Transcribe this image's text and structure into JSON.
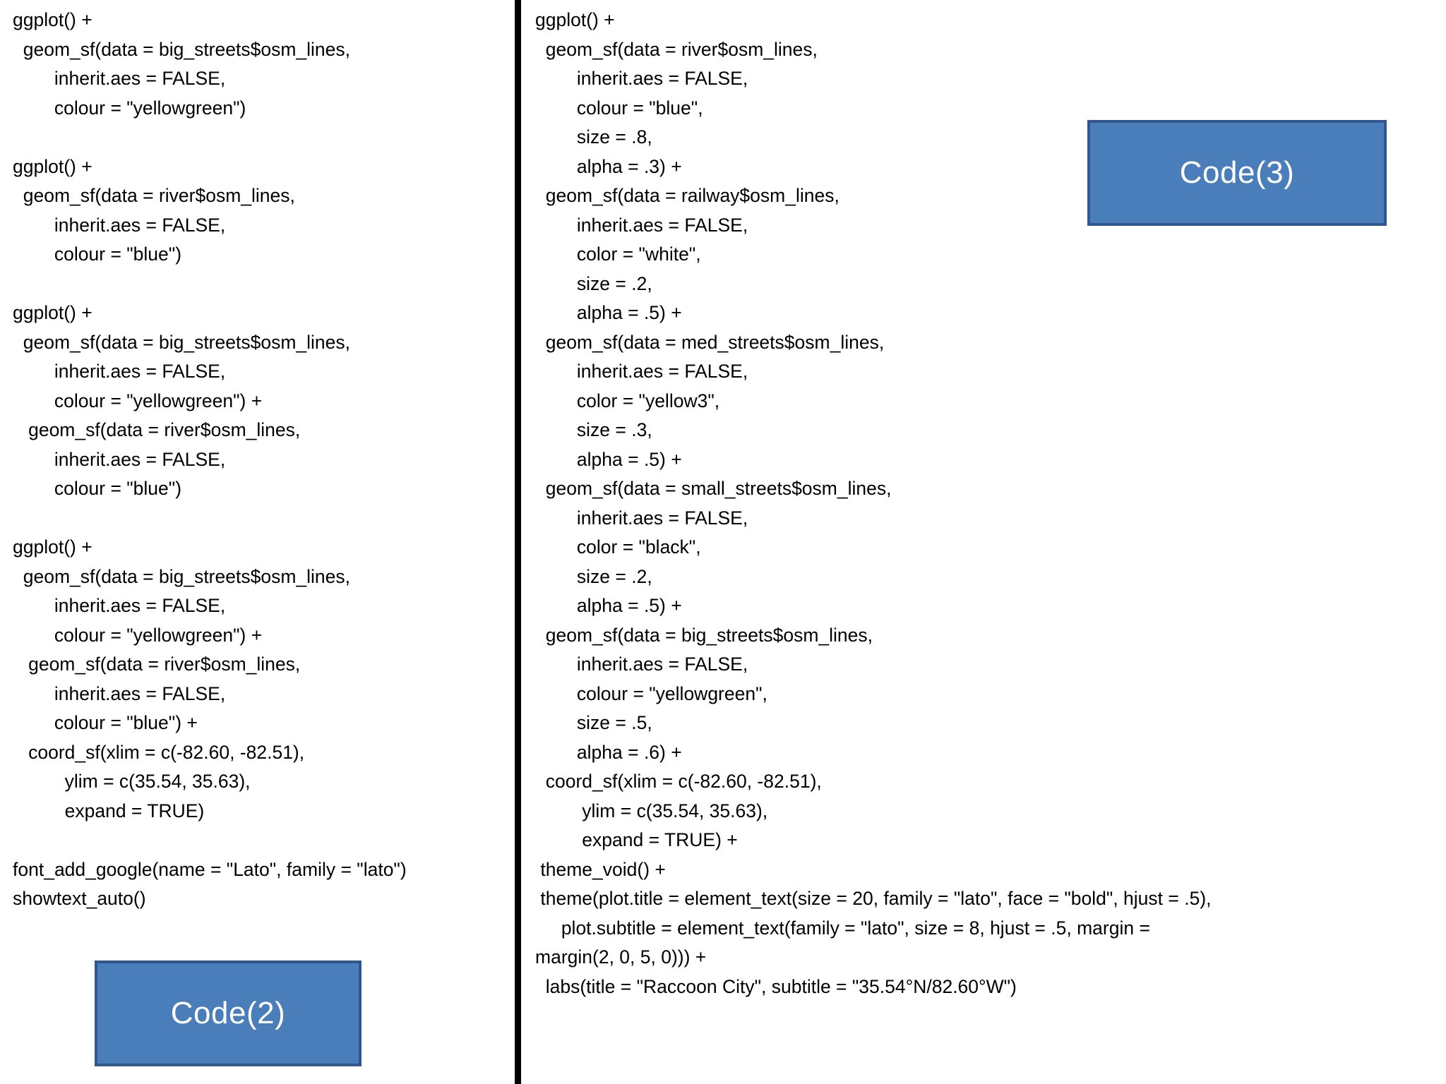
{
  "slide": {
    "background_color": "#ffffff",
    "divider_color": "#000000"
  },
  "left_column": {
    "name": "left-code-block",
    "lines": [
      "ggplot() +",
      "  geom_sf(data = big_streets$osm_lines,",
      "        inherit.aes = FALSE,",
      "        colour = \"yellowgreen\")",
      "",
      "ggplot() +",
      "  geom_sf(data = river$osm_lines,",
      "        inherit.aes = FALSE,",
      "        colour = \"blue\")",
      "",
      "ggplot() +",
      "  geom_sf(data = big_streets$osm_lines,",
      "        inherit.aes = FALSE,",
      "        colour = \"yellowgreen\") +",
      "   geom_sf(data = river$osm_lines,",
      "        inherit.aes = FALSE,",
      "        colour = \"blue\")",
      "",
      "ggplot() +",
      "  geom_sf(data = big_streets$osm_lines,",
      "        inherit.aes = FALSE,",
      "        colour = \"yellowgreen\") +",
      "   geom_sf(data = river$osm_lines,",
      "        inherit.aes = FALSE,",
      "        colour = \"blue\") +",
      "   coord_sf(xlim = c(-82.60, -82.51),",
      "          ylim = c(35.54, 35.63),",
      "          expand = TRUE)",
      "",
      "font_add_google(name = \"Lato\", family = \"lato\")",
      "showtext_auto()"
    ]
  },
  "right_column": {
    "name": "right-code-block",
    "lines": [
      "ggplot() +",
      "  geom_sf(data = river$osm_lines,",
      "        inherit.aes = FALSE,",
      "        colour = \"blue\",",
      "        size = .8,",
      "        alpha = .3) +",
      "  geom_sf(data = railway$osm_lines,",
      "        inherit.aes = FALSE,",
      "        color = \"white\",",
      "        size = .2,",
      "        alpha = .5) +",
      "  geom_sf(data = med_streets$osm_lines,",
      "        inherit.aes = FALSE,",
      "        color = \"yellow3\",",
      "        size = .3,",
      "        alpha = .5) +",
      "  geom_sf(data = small_streets$osm_lines,",
      "        inherit.aes = FALSE,",
      "        color = \"black\",",
      "        size = .2,",
      "        alpha = .5) +",
      "  geom_sf(data = big_streets$osm_lines,",
      "        inherit.aes = FALSE,",
      "        colour = \"yellowgreen\",",
      "        size = .5,",
      "        alpha = .6) +",
      "  coord_sf(xlim = c(-82.60, -82.51),",
      "         ylim = c(35.54, 35.63),",
      "         expand = TRUE) +",
      " theme_void() +",
      " theme(plot.title = element_text(size = 20, family = \"lato\", face = \"bold\", hjust = .5),",
      "     plot.subtitle = element_text(family = \"lato\", size = 8, hjust = .5, margin =",
      "margin(2, 0, 5, 0))) +",
      "  labs(title = \"Raccoon City\", subtitle = \"35.54°N/82.60°W\")"
    ]
  },
  "callouts": {
    "code3": {
      "label": "Code(3)",
      "fill_color": "#4A7EBB",
      "border_color": "#31588E",
      "text_color": "#FFFFFF"
    },
    "code2": {
      "label": "Code(2)",
      "fill_color": "#4A7EBB",
      "border_color": "#31588E",
      "text_color": "#FFFFFF"
    }
  }
}
